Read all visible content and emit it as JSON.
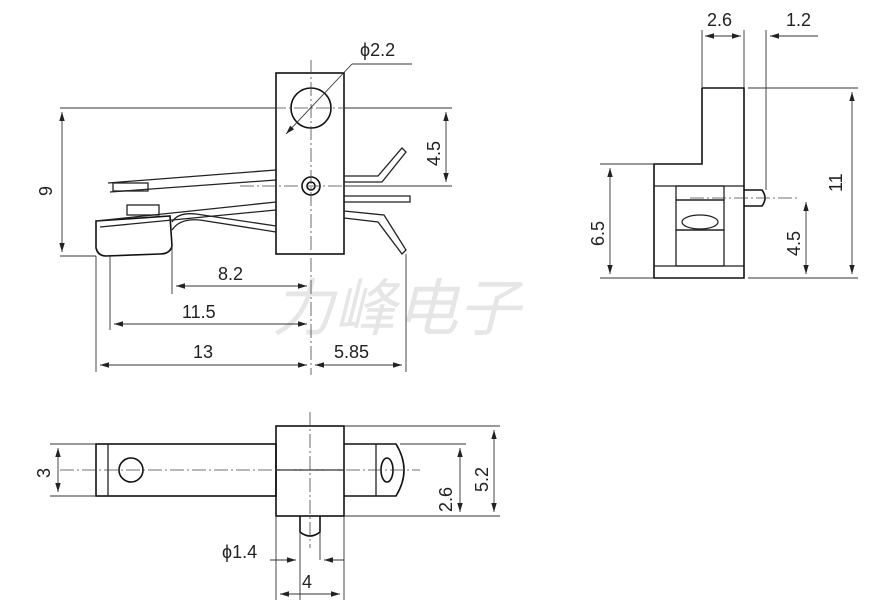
{
  "watermark": "力峰电子",
  "dimensions": {
    "d_hole_large": "ϕ2.2",
    "d_top_right": "4.5",
    "d_height": "9",
    "d_8_2": "8.2",
    "d_11_5": "11.5",
    "d_13": "13",
    "d_5_85": "5.85",
    "side_2_6": "2.6",
    "side_1_2": "1.2",
    "side_11": "11",
    "side_6_5": "6.5",
    "side_4_5": "4.5",
    "bottom_3": "3",
    "bottom_2_6": "2.6",
    "bottom_5_2": "5.2",
    "bottom_pin_d": "ϕ1.4",
    "bottom_4": "4"
  }
}
